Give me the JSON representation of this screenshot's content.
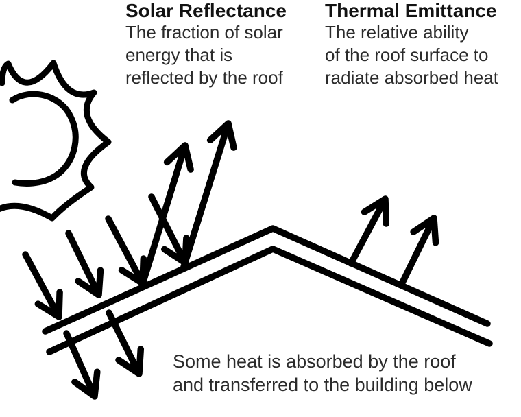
{
  "diagram": {
    "background": "#ffffff",
    "ink_color": "#000000",
    "heading_color": "#121212",
    "body_color": "#2b2b2b",
    "solar": {
      "title": "Solar Reflectance",
      "description": "The fraction of solar\nenergy that is\nreflected by the roof"
    },
    "thermal": {
      "title": "Thermal Emittance",
      "description": "The relative ability\nof the roof surface to\nradiate absorbed heat"
    },
    "absorption_note": "Some heat is absorbed by the roof\nand transferred to the building below",
    "icons": {
      "sun": "sun-icon"
    }
  }
}
